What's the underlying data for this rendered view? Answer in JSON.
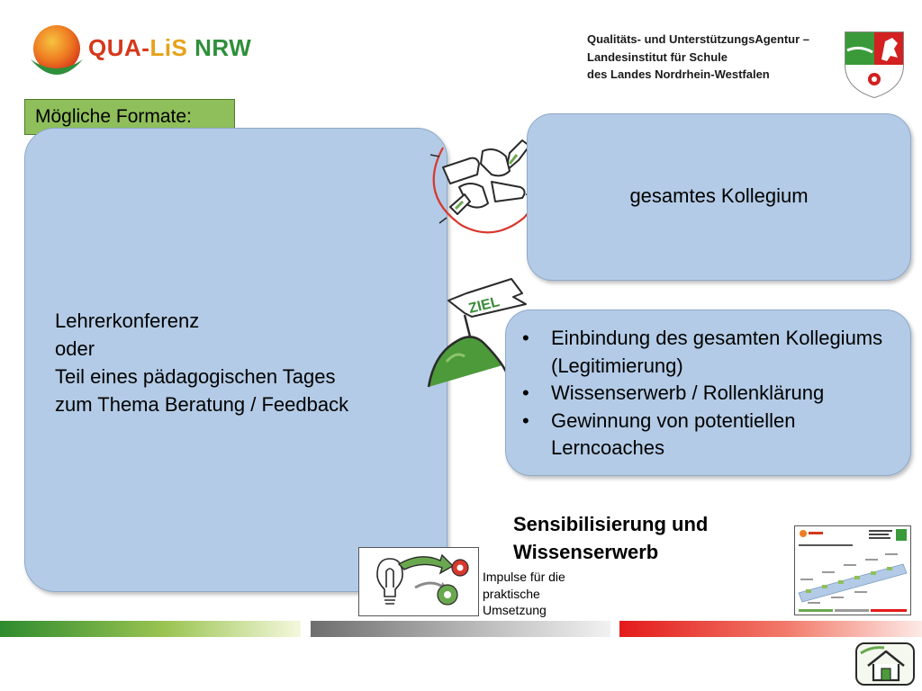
{
  "header": {
    "logo_text_1": "QUA-",
    "logo_text_2": "LiS",
    "logo_text_3": " NRW",
    "agency_line1": "Qualitäts- und UnterstützungsAgentur –",
    "agency_line2": "Landesinstitut für Schule",
    "agency_line3": "des Landes Nordrhein-Westfalen"
  },
  "formats_label": "Mögliche Formate:",
  "big_box": {
    "line1": "Lehrerkonferenz",
    "line2": "oder",
    "line3": "Teil eines pädagogischen Tages",
    "line4": "zum Thema Beratung / Feedback"
  },
  "top_right_box": {
    "text": "gesamtes Kollegium"
  },
  "ziel_sign": "ZIEL",
  "bullet_box": {
    "items": [
      "Einbindung des gesamten Kollegiums (Legitimierung)",
      "Wissenserwerb / Rollenklärung",
      "Gewinnung von potentiellen Lerncoaches"
    ],
    "bullet": "•"
  },
  "sensibilisierung": {
    "line1": "Sensibilisierung und",
    "line2": "Wissenserwerb"
  },
  "impulse": {
    "line1": "Impulse für die",
    "line2": "praktische",
    "line3": "Umsetzung"
  },
  "colors": {
    "box_fill": "#b3cbe6",
    "label_green": "#8fbf5a",
    "bar_green": "#2e8b2e",
    "bar_gray": "#6e6e6e",
    "bar_red": "#e31b1b"
  }
}
